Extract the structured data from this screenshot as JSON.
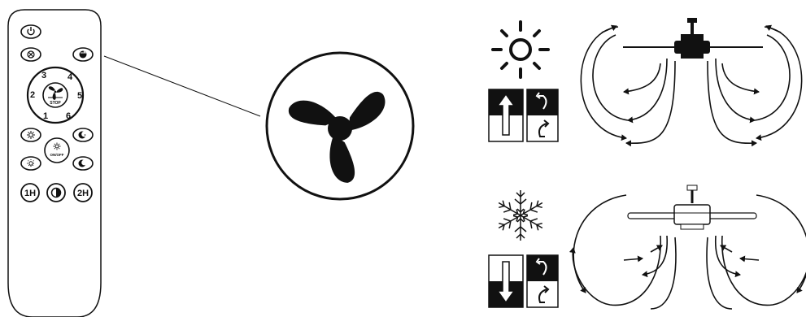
{
  "remote": {
    "speed_numbers": [
      "1",
      "2",
      "3",
      "4",
      "5",
      "6"
    ],
    "stop_label": "STOP",
    "onoff_label": "ON/OFF",
    "timer_1h": "1H",
    "timer_2h": "2H",
    "icons": [
      "power-icon",
      "light-off-icon",
      "reverse-icon",
      "fan-icon",
      "sun-icon",
      "snowflake-icon",
      "moon-icon",
      "half-moon-icon"
    ]
  },
  "summer_mode": {
    "icon": "sun-icon",
    "direction_icon": "arrow-up-icon",
    "rotation_icon": "counterclockwise-rotation-icon"
  },
  "winter_mode": {
    "icon": "snowflake-icon",
    "direction_icon": "arrow-down-icon",
    "rotation_icon": "clockwise-rotation-icon"
  }
}
